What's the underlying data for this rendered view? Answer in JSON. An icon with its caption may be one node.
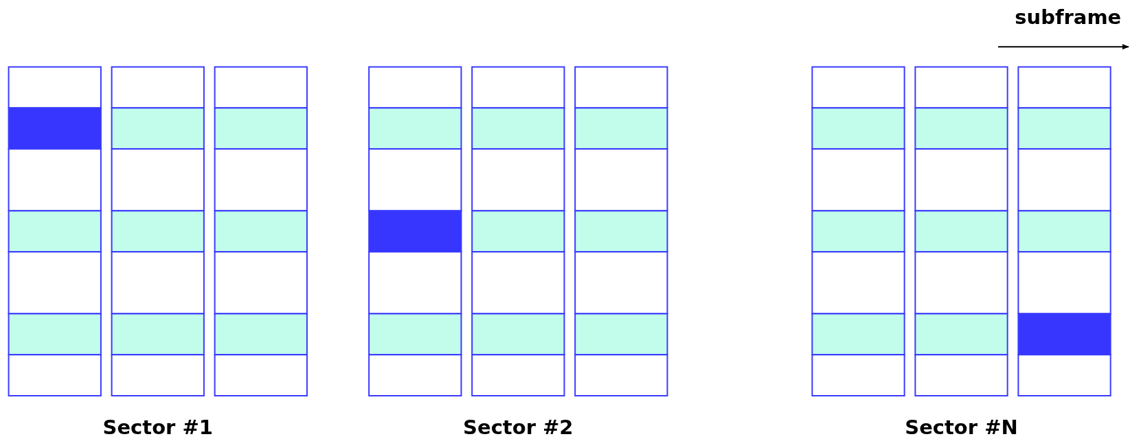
{
  "diagram": {
    "labels": [
      "subframe",
      "Sector #1",
      "Sector #2",
      "Sector #N"
    ]
  }
}
